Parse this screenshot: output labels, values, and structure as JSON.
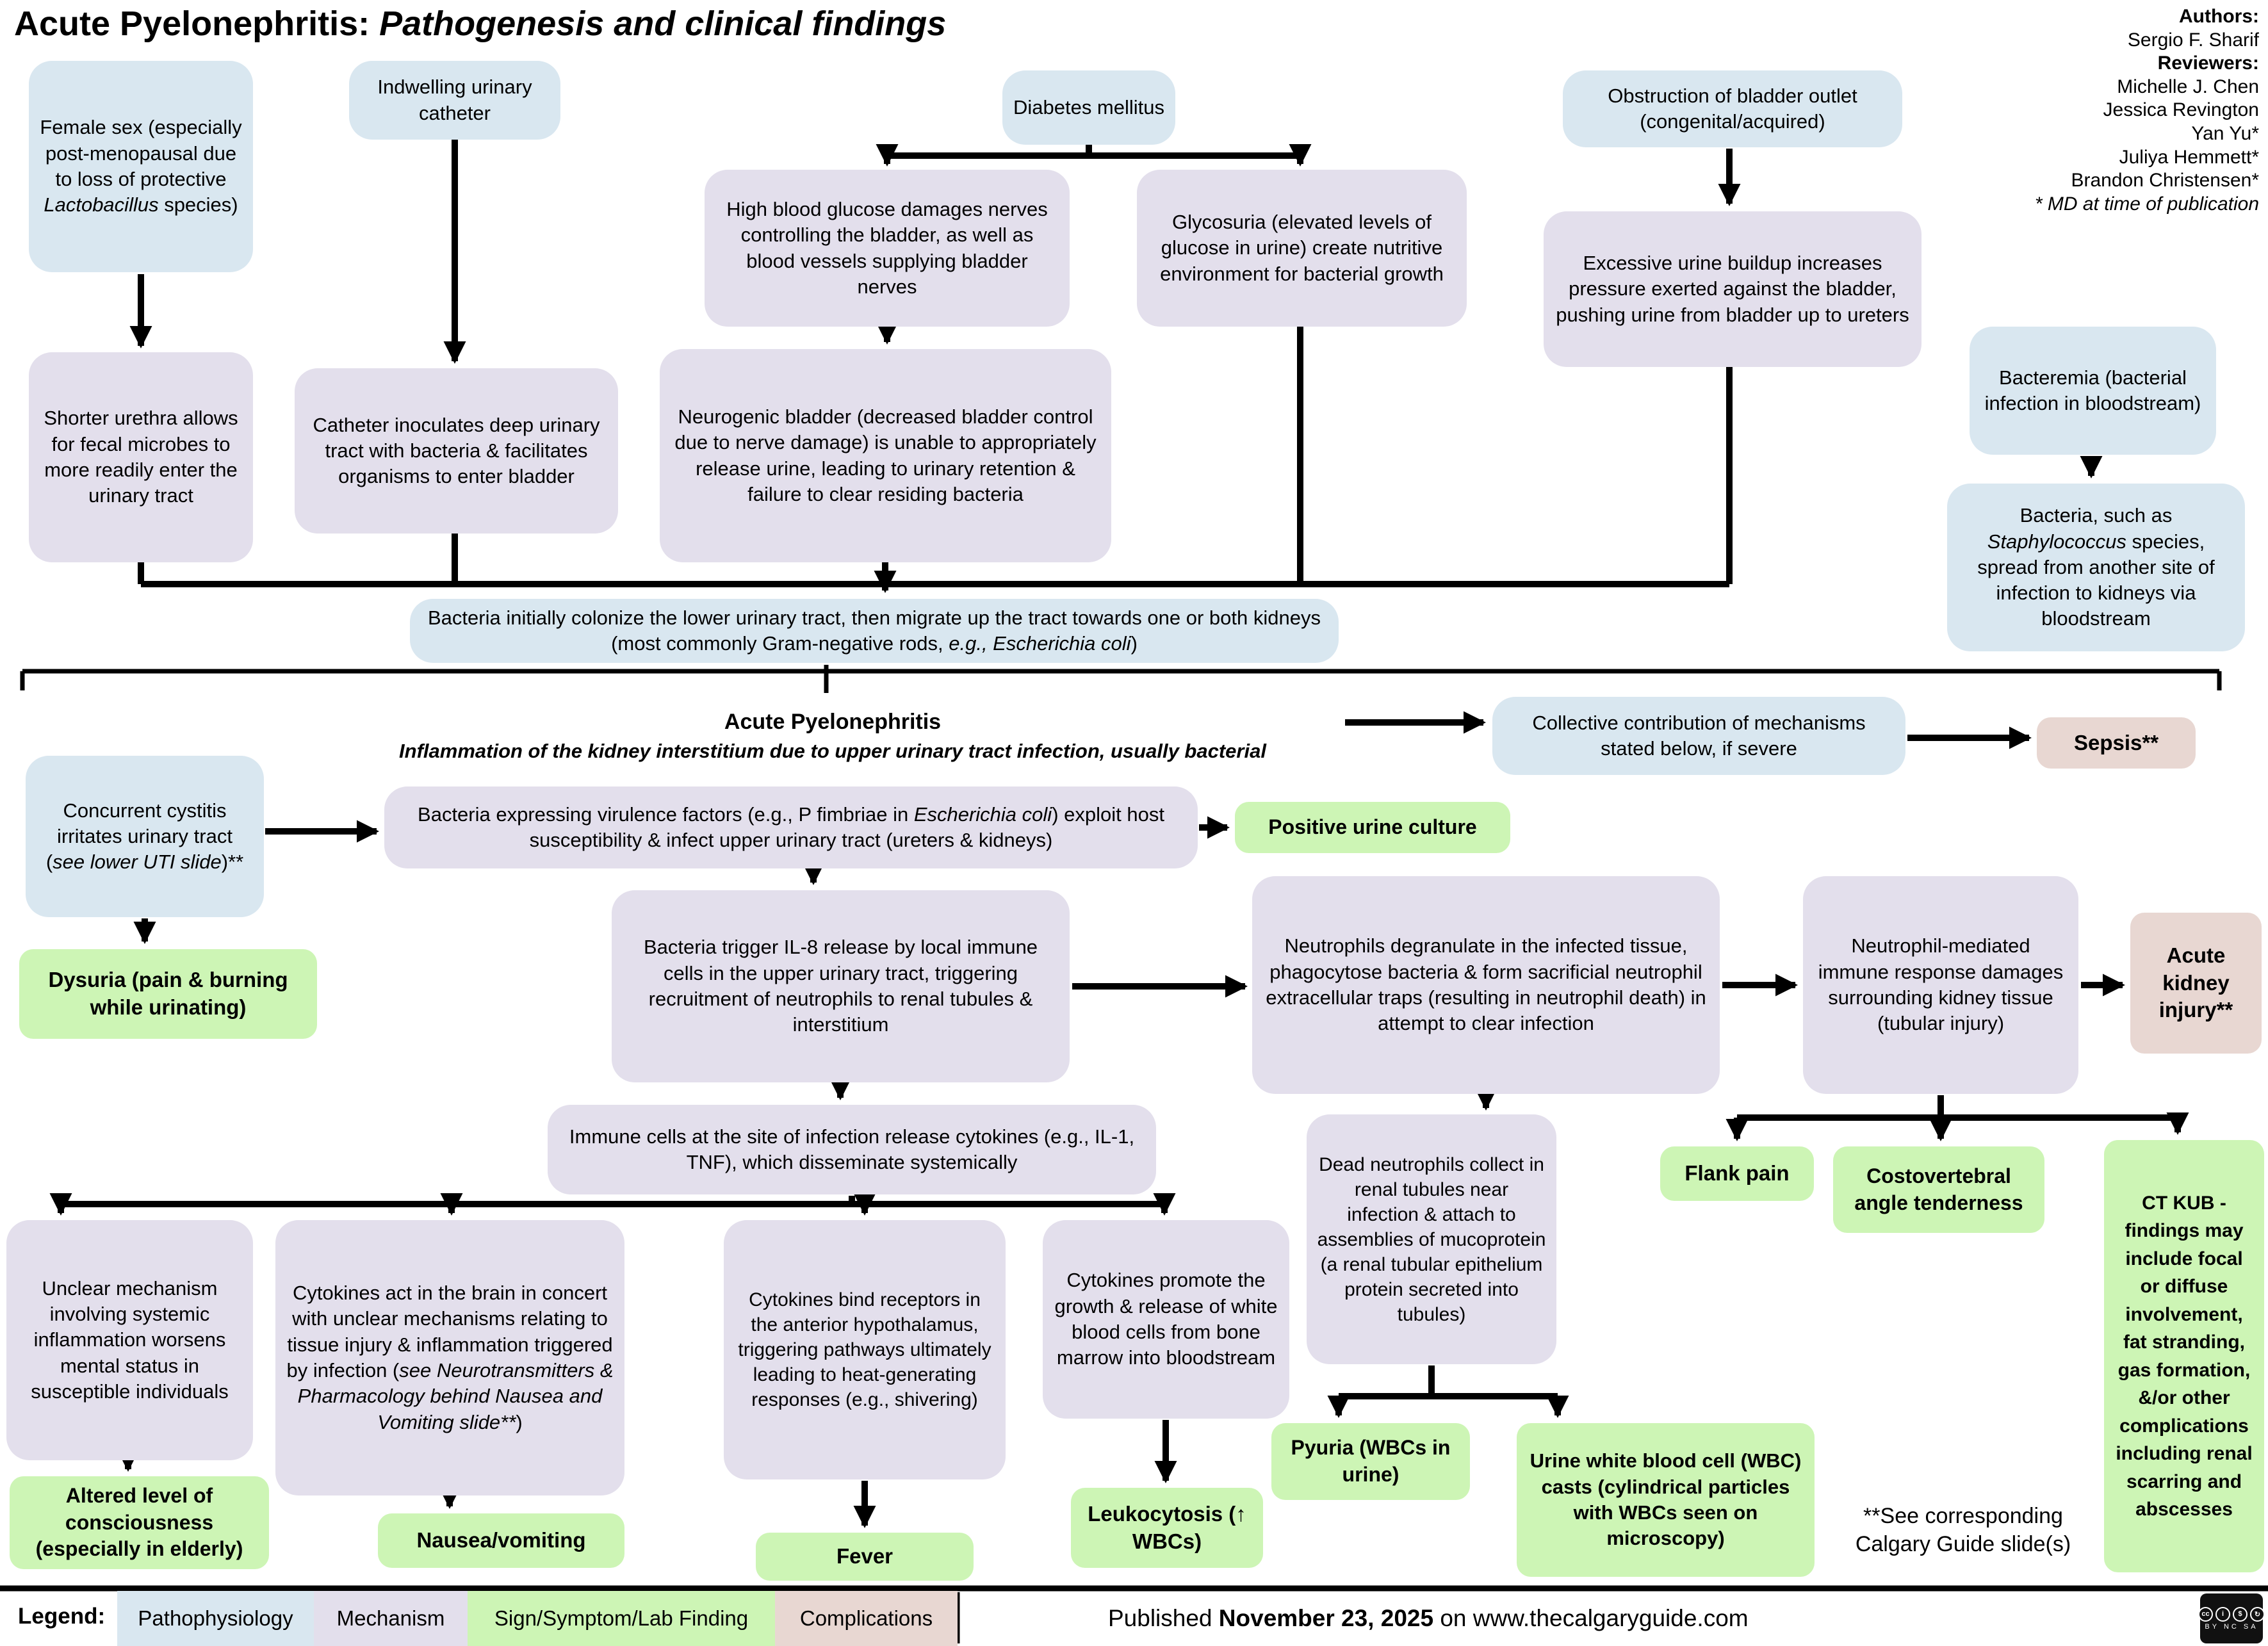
{
  "title": {
    "prefix": "Acute Pyelonephritis: ",
    "emphasis": "Pathogenesis and clinical findings"
  },
  "credits": {
    "authors_label": "Authors:",
    "authors": [
      "Sergio F. Sharif"
    ],
    "reviewers_label": "Reviewers:",
    "reviewers": [
      "Michelle J. Chen",
      "Jessica Revington",
      "Yan Yu*",
      "Juliya Hemmett*",
      "Brandon Christensen*"
    ],
    "footnote": "* MD at time of publication"
  },
  "colors": {
    "pathophysiology": "#d9e7f0",
    "mechanism": "#e3dfec",
    "sign_symptom": "#cdf5b5",
    "complication": "#e8d7d2",
    "arrow": "#000000"
  },
  "nodes": {
    "female": {
      "parts": [
        {
          "t": "Female sex (especially post-menopausal due to loss of protective "
        },
        {
          "t": "Lactobacillus",
          "i": true
        },
        {
          "t": " species)"
        }
      ]
    },
    "catheter": {
      "text": "Indwelling urinary catheter"
    },
    "diabetes": {
      "text": "Diabetes mellitus"
    },
    "obstruction": {
      "text": "Obstruction of bladder outlet (congenital/acquired)"
    },
    "highglucose": {
      "text": "High blood glucose damages nerves controlling the bladder, as well as blood vessels supplying bladder nerves"
    },
    "glycosuria": {
      "text": "Glycosuria (elevated levels of glucose in urine) create nutritive environment for bacterial growth"
    },
    "excessive": {
      "text": "Excessive urine buildup increases pressure exerted against the bladder, pushing urine from bladder up to ureters"
    },
    "shorter": {
      "text": "Shorter urethra allows for fecal microbes to more readily enter the urinary tract"
    },
    "catheter_inoculates": {
      "text": "Catheter inoculates deep urinary tract with bacteria & facilitates organisms to enter bladder"
    },
    "neurogenic": {
      "text": "Neurogenic bladder (decreased bladder control due to nerve damage) is unable to appropriately release urine, leading to urinary retention & failure to clear residing bacteria"
    },
    "bacteremia": {
      "text": "Bacteremia (bacterial infection in bloodstream)"
    },
    "staph": {
      "parts": [
        {
          "t": "Bacteria, such as "
        },
        {
          "t": "Staphylococcus",
          "i": true
        },
        {
          "t": " species, spread from another site of infection to kidneys via bloodstream"
        }
      ]
    },
    "colonize": {
      "parts": [
        {
          "t": "Bacteria initially colonize the lower urinary tract, then migrate up the tract towards one or both kidneys (most commonly Gram-negative rods, "
        },
        {
          "t": "e.g., Escherichia coli",
          "i": true
        },
        {
          "t": ")"
        }
      ]
    },
    "section": {
      "title": "Acute Pyelonephritis",
      "subtitle": "Inflammation of the kidney interstitium due to upper urinary tract infection, usually bacterial"
    },
    "collective": {
      "text": "Collective contribution of mechanisms stated below, if severe"
    },
    "sepsis": {
      "text": "Sepsis**"
    },
    "cystitis": {
      "parts": [
        {
          "t": "Concurrent cystitis irritates urinary tract ("
        },
        {
          "t": "see lower UTI slide",
          "i": true
        },
        {
          "t": ")**"
        }
      ]
    },
    "virulence": {
      "parts": [
        {
          "t": "Bacteria expressing virulence factors (e.g., P fimbriae in "
        },
        {
          "t": "Escherichia coli",
          "i": true
        },
        {
          "t": ") exploit host susceptibility & infect upper urinary tract (ureters & kidneys)"
        }
      ]
    },
    "urine_culture": {
      "text": "Positive urine culture"
    },
    "dysuria": {
      "text": "Dysuria (pain & burning while urinating)"
    },
    "il8": {
      "text": "Bacteria trigger IL-8 release by local immune cells in the upper urinary tract, triggering recruitment of neutrophils to renal tubules & interstitium"
    },
    "degranulate": {
      "text": "Neutrophils degranulate in the infected tissue, phagocytose bacteria & form sacrificial neutrophil extracellular traps (resulting in neutrophil death) in attempt to clear infection"
    },
    "neutrophil_mediated": {
      "text": "Neutrophil-mediated immune response damages surrounding kidney tissue (tubular injury)"
    },
    "aki": {
      "text": "Acute kidney injury**"
    },
    "cytokines_systemic": {
      "text": "Immune cells at the site of infection release cytokines (e.g., IL-1, TNF), which disseminate systemically"
    },
    "unclear": {
      "text": "Unclear mechanism involving systemic inflammation worsens mental status in susceptible individuals"
    },
    "brain": {
      "parts": [
        {
          "t": "Cytokines act in the brain in concert with unclear mechanisms relating to tissue injury & inflammation triggered by infection ("
        },
        {
          "t": "see Neurotransmitters & Pharmacology behind Nausea and Vomiting slide**",
          "i": true
        },
        {
          "t": ")"
        }
      ]
    },
    "hypothalamus": {
      "text": "Cytokines bind receptors in the anterior hypothalamus, triggering pathways ultimately leading to heat-generating responses (e.g., shivering)"
    },
    "promote": {
      "text": "Cytokines promote the growth & release of white blood cells from bone marrow into bloodstream"
    },
    "altered": {
      "text": "Altered level of consciousness (especially in elderly)"
    },
    "nausea": {
      "text": "Nausea/vomiting"
    },
    "fever": {
      "text": "Fever"
    },
    "leukocytosis": {
      "text": "Leukocytosis (↑ WBCs)"
    },
    "dead_neutrophils": {
      "text": "Dead neutrophils collect in renal tubules near infection & attach to assemblies of mucoprotein (a renal tubular epithelium protein secreted into tubules)"
    },
    "pyuria": {
      "text": "Pyuria (WBCs in urine)"
    },
    "wbc_casts": {
      "text": "Urine white blood cell (WBC) casts (cylindrical particles with WBCs seen on microscopy)"
    },
    "flank": {
      "text": "Flank pain"
    },
    "costovertebral": {
      "text": "Costovertebral angle tenderness"
    },
    "ct_kub": {
      "text": "CT KUB - findings may include focal or diffuse involvement, fat stranding, gas formation, &/or other complications including renal scarring and abscesses"
    },
    "see_note": {
      "text": "**See corresponding Calgary Guide slide(s)"
    }
  },
  "legend": {
    "label": "Legend:",
    "items": [
      {
        "label": "Pathophysiology",
        "color": "#d9e7f0"
      },
      {
        "label": "Mechanism",
        "color": "#e3dfec"
      },
      {
        "label": "Sign/Symptom/Lab Finding",
        "color": "#cdf5b5"
      },
      {
        "label": "Complications",
        "color": "#e8d7d2"
      }
    ]
  },
  "footer": {
    "published_prefix": "Published ",
    "published_date": "November 23, 2025",
    "published_suffix": " on www.thecalgaryguide.com",
    "license_icons": [
      "cc-icon",
      "attribution-icon",
      "non-commercial-icon",
      "share-alike-icon"
    ],
    "license_letters": "BY NC SA"
  }
}
